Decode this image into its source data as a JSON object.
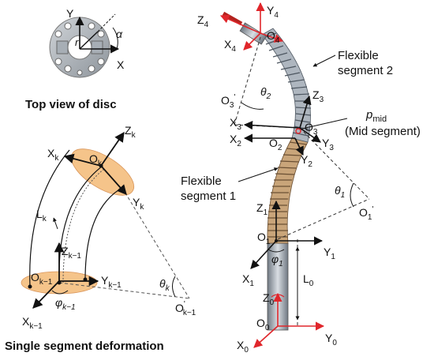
{
  "top_view": {
    "caption": "Top view of disc",
    "axis_y": "Y",
    "axis_x": "X",
    "radius": "r",
    "angle": "α"
  },
  "single_segment": {
    "caption": "Single segment deformation",
    "zk": "Z",
    "zk_sub": "k",
    "xk": "X",
    "xk_sub": "k",
    "yk": "Y",
    "yk_sub": "k",
    "ok": "O",
    "ok_sub": "k",
    "lk": "L",
    "lk_sub": "k",
    "zk1": "Z",
    "zk1_sub": "k−1",
    "ok1": "O",
    "ok1_sub": "k−1",
    "yk1": "Y",
    "yk1_sub": "k−1",
    "phik1": "φ",
    "phik1_sub": "k−1",
    "xk1": "X",
    "xk1_sub": "k−1",
    "thetak": "θ",
    "thetak_sub": "k",
    "ok1p": "O",
    "ok1p_sub": "k−1",
    "ok1p_sup": "'"
  },
  "robot": {
    "z4": "Z",
    "z4_sub": "4",
    "y4": "Y",
    "y4_sub": "4",
    "x4": "X",
    "x4_sub": "4",
    "o4": "O",
    "o4_sub": "4",
    "flex2_line1": "Flexible",
    "flex2_line2": "segment 2",
    "o3p": "O",
    "o3p_sub": "3",
    "o3p_sup": "'",
    "theta2": "θ",
    "theta2_sub": "2",
    "z3": "Z",
    "z3_sub": "3",
    "pmid": "p",
    "pmid_sub": "mid",
    "pmid_note": "(Mid segment)",
    "x3": "X",
    "x3_sub": "3",
    "o3": "O",
    "o3_sub": "3",
    "x2": "X",
    "x2_sub": "2",
    "o2": "O",
    "o2_sub": "2",
    "y3": "Y",
    "y3_sub": "3",
    "y2": "Y",
    "y2_sub": "2",
    "flex1_line1": "Flexible",
    "flex1_line2": "segment 1",
    "theta1": "θ",
    "theta1_sub": "1",
    "o1p": "O",
    "o1p_sub": "1",
    "o1p_sup": "'",
    "z1": "Z",
    "z1_sub": "1",
    "o1": "O",
    "o1_sub": "1",
    "y1": "Y",
    "y1_sub": "1",
    "phi1": "φ",
    "phi1_sub": "1",
    "x1": "X",
    "x1_sub": "1",
    "l0": "L",
    "l0_sub": "0",
    "z0": "Z",
    "z0_sub": "0",
    "o0": "O",
    "o0_sub": "0",
    "x0": "X",
    "x0_sub": "0",
    "y0": "Y",
    "y0_sub": "0"
  },
  "colors": {
    "frame_red": "#e0262b",
    "ellipse": "#f5c48a",
    "metal": "#9aa3ad"
  }
}
